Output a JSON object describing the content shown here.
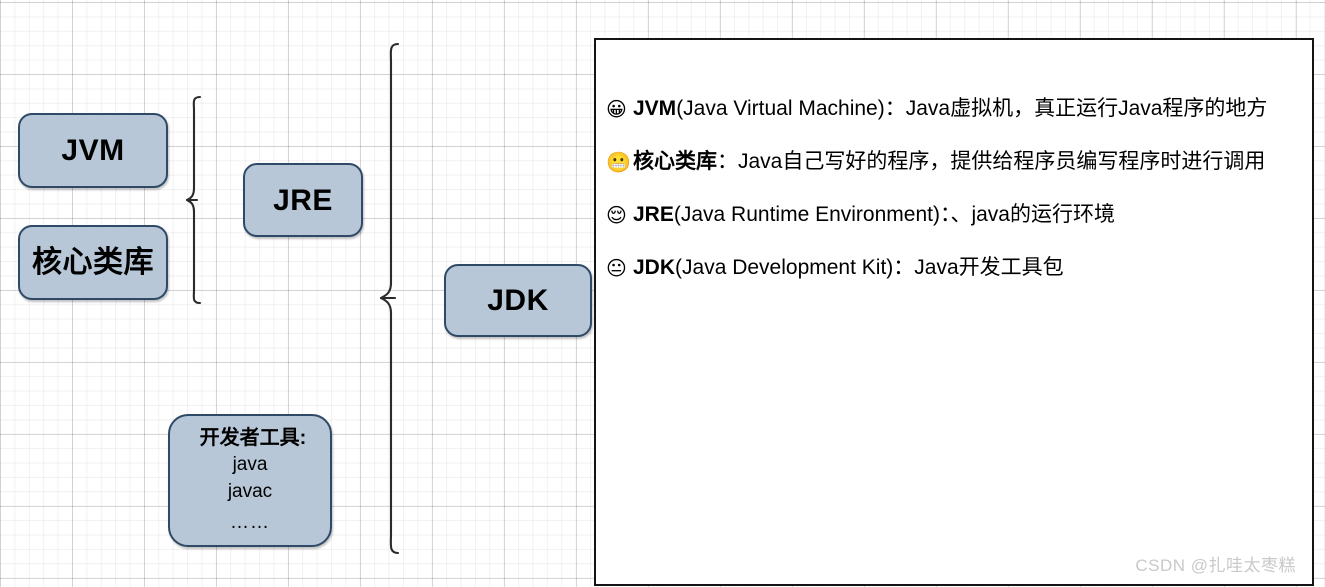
{
  "diagram": {
    "nodes": {
      "jvm": "JVM",
      "corelib": "核心类库",
      "jre": "JRE",
      "jdk": "JDK",
      "devtools": {
        "title": "开发者工具:",
        "line1": "java",
        "line2": "javac",
        "dots": "……"
      }
    },
    "braces": {
      "small_label": "jvm-and-corelib-to-jre-brace",
      "large_label": "jre-and-devtools-to-jdk-brace"
    }
  },
  "panel": {
    "items": [
      {
        "emoji": "😀",
        "emoji_name": "grinning-face-icon",
        "term": "JVM",
        "rest": "(Java Virtual Machine)：Java虚拟机，真正运行Java程序的地方"
      },
      {
        "emoji": "😬",
        "emoji_name": "zipper-mouth-face-icon",
        "term": "核心类库",
        "rest": "：Java自己写好的程序，提供给程序员编写程序时进行调用"
      },
      {
        "emoji": "😌",
        "emoji_name": "relieved-face-icon",
        "term": "JRE",
        "rest": "(Java Runtime Environment)：、java的运行环境"
      },
      {
        "emoji": "😐",
        "emoji_name": "neutral-face-icon",
        "term": "JDK",
        "rest": "(Java Development Kit)：Java开发工具包"
      }
    ]
  },
  "watermark": "CSDN @扎哇太枣糕",
  "colors": {
    "node_fill": "#b7c7d7",
    "node_border": "#2f4a66",
    "panel_border": "#141414",
    "grid_line": "#e0e0e0",
    "watermark": "#c9c9c9"
  }
}
